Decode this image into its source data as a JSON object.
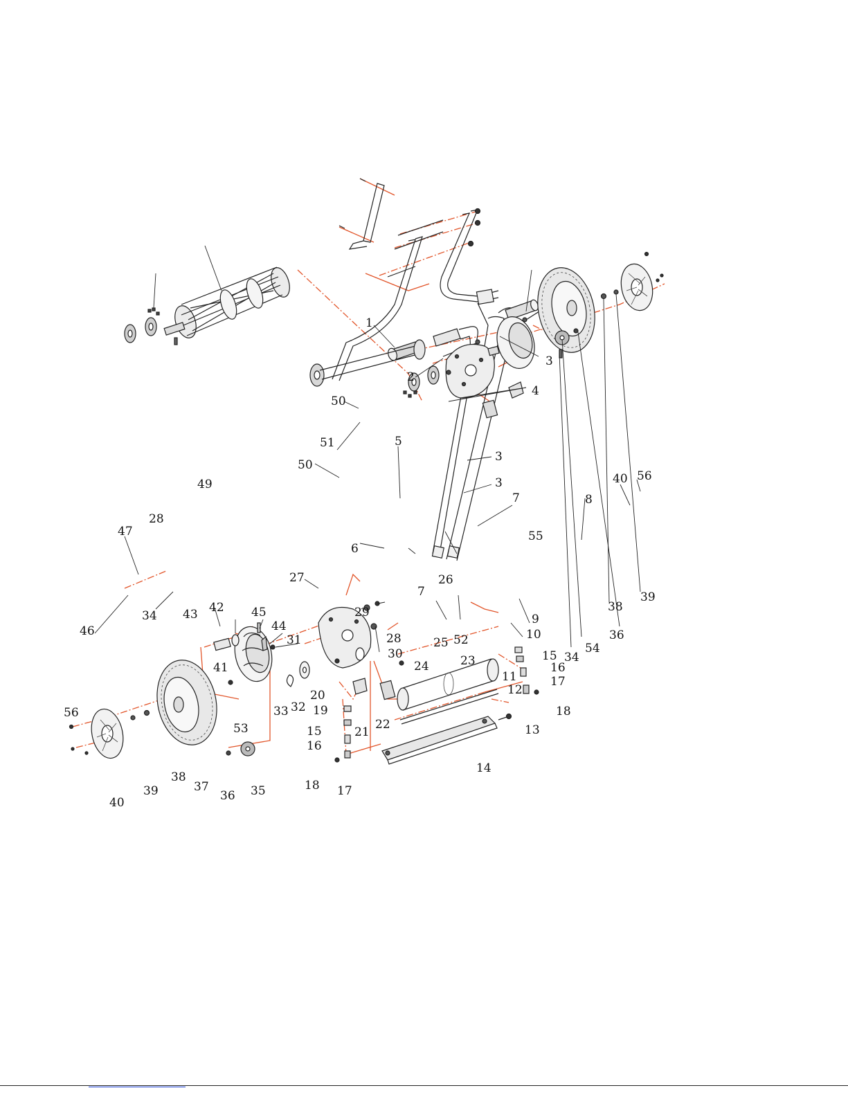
{
  "diagram": {
    "type": "exploded-parts-diagram",
    "assembly_line_color": "#e2552a",
    "outline_color": "#222222",
    "callouts": [
      {
        "n": "1"
      },
      {
        "n": "2"
      },
      {
        "n": "3"
      },
      {
        "n": "4"
      },
      {
        "n": "50"
      },
      {
        "n": "51"
      },
      {
        "n": "5"
      },
      {
        "n": "3"
      },
      {
        "n": "3"
      },
      {
        "n": "50"
      },
      {
        "n": "49"
      },
      {
        "n": "28"
      },
      {
        "n": "47"
      },
      {
        "n": "7"
      },
      {
        "n": "40"
      },
      {
        "n": "56"
      },
      {
        "n": "6"
      },
      {
        "n": "55"
      },
      {
        "n": "8"
      },
      {
        "n": "7"
      },
      {
        "n": "26"
      },
      {
        "n": "27"
      },
      {
        "n": "46"
      },
      {
        "n": "34"
      },
      {
        "n": "42"
      },
      {
        "n": "43"
      },
      {
        "n": "45"
      },
      {
        "n": "44"
      },
      {
        "n": "31"
      },
      {
        "n": "29"
      },
      {
        "n": "28"
      },
      {
        "n": "30"
      },
      {
        "n": "25"
      },
      {
        "n": "52"
      },
      {
        "n": "10"
      },
      {
        "n": "9"
      },
      {
        "n": "38"
      },
      {
        "n": "39"
      },
      {
        "n": "36"
      },
      {
        "n": "34"
      },
      {
        "n": "54"
      },
      {
        "n": "23"
      },
      {
        "n": "15"
      },
      {
        "n": "16"
      },
      {
        "n": "11"
      },
      {
        "n": "17"
      },
      {
        "n": "12"
      },
      {
        "n": "18"
      },
      {
        "n": "24"
      },
      {
        "n": "41"
      },
      {
        "n": "20"
      },
      {
        "n": "19"
      },
      {
        "n": "32"
      },
      {
        "n": "33"
      },
      {
        "n": "53"
      },
      {
        "n": "21"
      },
      {
        "n": "22"
      },
      {
        "n": "13"
      },
      {
        "n": "56"
      },
      {
        "n": "15"
      },
      {
        "n": "16"
      },
      {
        "n": "14"
      },
      {
        "n": "18"
      },
      {
        "n": "17"
      },
      {
        "n": "38"
      },
      {
        "n": "39"
      },
      {
        "n": "37"
      },
      {
        "n": "36"
      },
      {
        "n": "35"
      },
      {
        "n": "40"
      }
    ]
  }
}
